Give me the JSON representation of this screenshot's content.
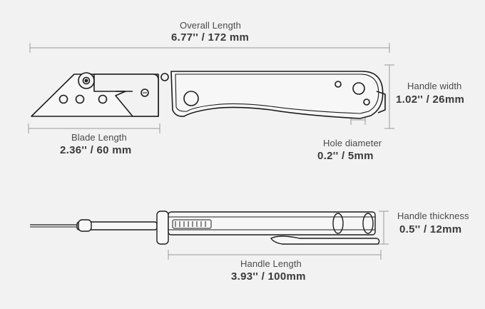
{
  "dimensions": {
    "overall_length": {
      "label": "Overall Length",
      "value": "6.77'' / 172 mm"
    },
    "blade_length": {
      "label": "Blade Length",
      "value": "2.36'' / 60 mm"
    },
    "handle_width": {
      "label": "Handle width",
      "value": "1.02'' / 26mm"
    },
    "hole_diameter": {
      "label": "Hole diameter",
      "value": "0.2'' / 5mm"
    },
    "handle_thickness": {
      "label": "Handle thickness",
      "value": "0.5'' / 12mm"
    },
    "handle_length": {
      "label": "Handle Length",
      "value": "3.93'' / 100mm"
    }
  },
  "colors": {
    "background": "#f2f2f2",
    "outline": "#1c1c1c",
    "dimension_line": "#9a9a9a",
    "text": "#3a3a3a"
  }
}
